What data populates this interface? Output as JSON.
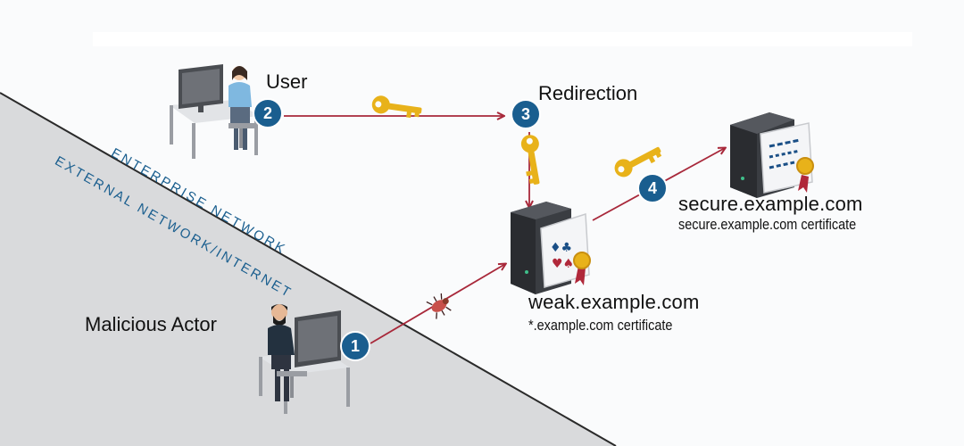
{
  "zones": {
    "enterprise": "ENTERPRISE NETWORK",
    "external": "EXTERNAL NETWORK/INTERNET"
  },
  "nodes": {
    "user": {
      "label": "User",
      "step": "2"
    },
    "redirection": {
      "label": "Redirection",
      "step": "3"
    },
    "malicious": {
      "label": "Malicious Actor",
      "step": "1"
    },
    "weak": {
      "domain": "weak.example.com",
      "certificate": "*.example.com certificate"
    },
    "secure": {
      "domain": "secure.example.com",
      "certificate": "secure.example.com certificate",
      "step": "4"
    }
  },
  "colors": {
    "arrow": "#a8283a",
    "step_badge": "#1a5e8f",
    "key": "#e8b21a",
    "external_zone": "#d9dadc",
    "zone_text": "#1b5f8f"
  }
}
